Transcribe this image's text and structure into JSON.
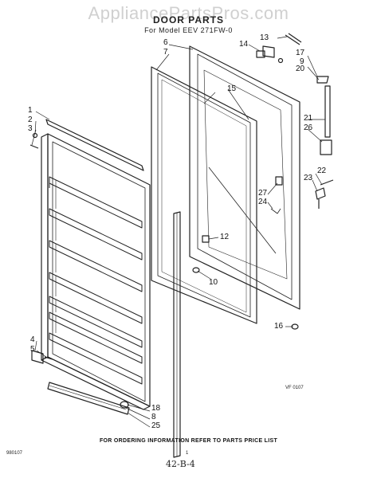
{
  "watermark": "AppliancePartsPros.com",
  "title": "DOOR PARTS",
  "subtitle": "For Model EEV 271FW-0",
  "callouts": [
    "1",
    "2",
    "3",
    "4",
    "5",
    "6",
    "7",
    "8",
    "9",
    "10",
    "12",
    "13",
    "14",
    "15",
    "16",
    "17",
    "18",
    "20",
    "21",
    "22",
    "23",
    "24",
    "25",
    "26",
    "27"
  ],
  "figure_code": "VF 0107",
  "footer_note": "FOR ORDERING INFORMATION REFER TO PARTS PRICE LIST",
  "page_code": "980107",
  "page_number": "1",
  "handwritten": "42-B-4"
}
